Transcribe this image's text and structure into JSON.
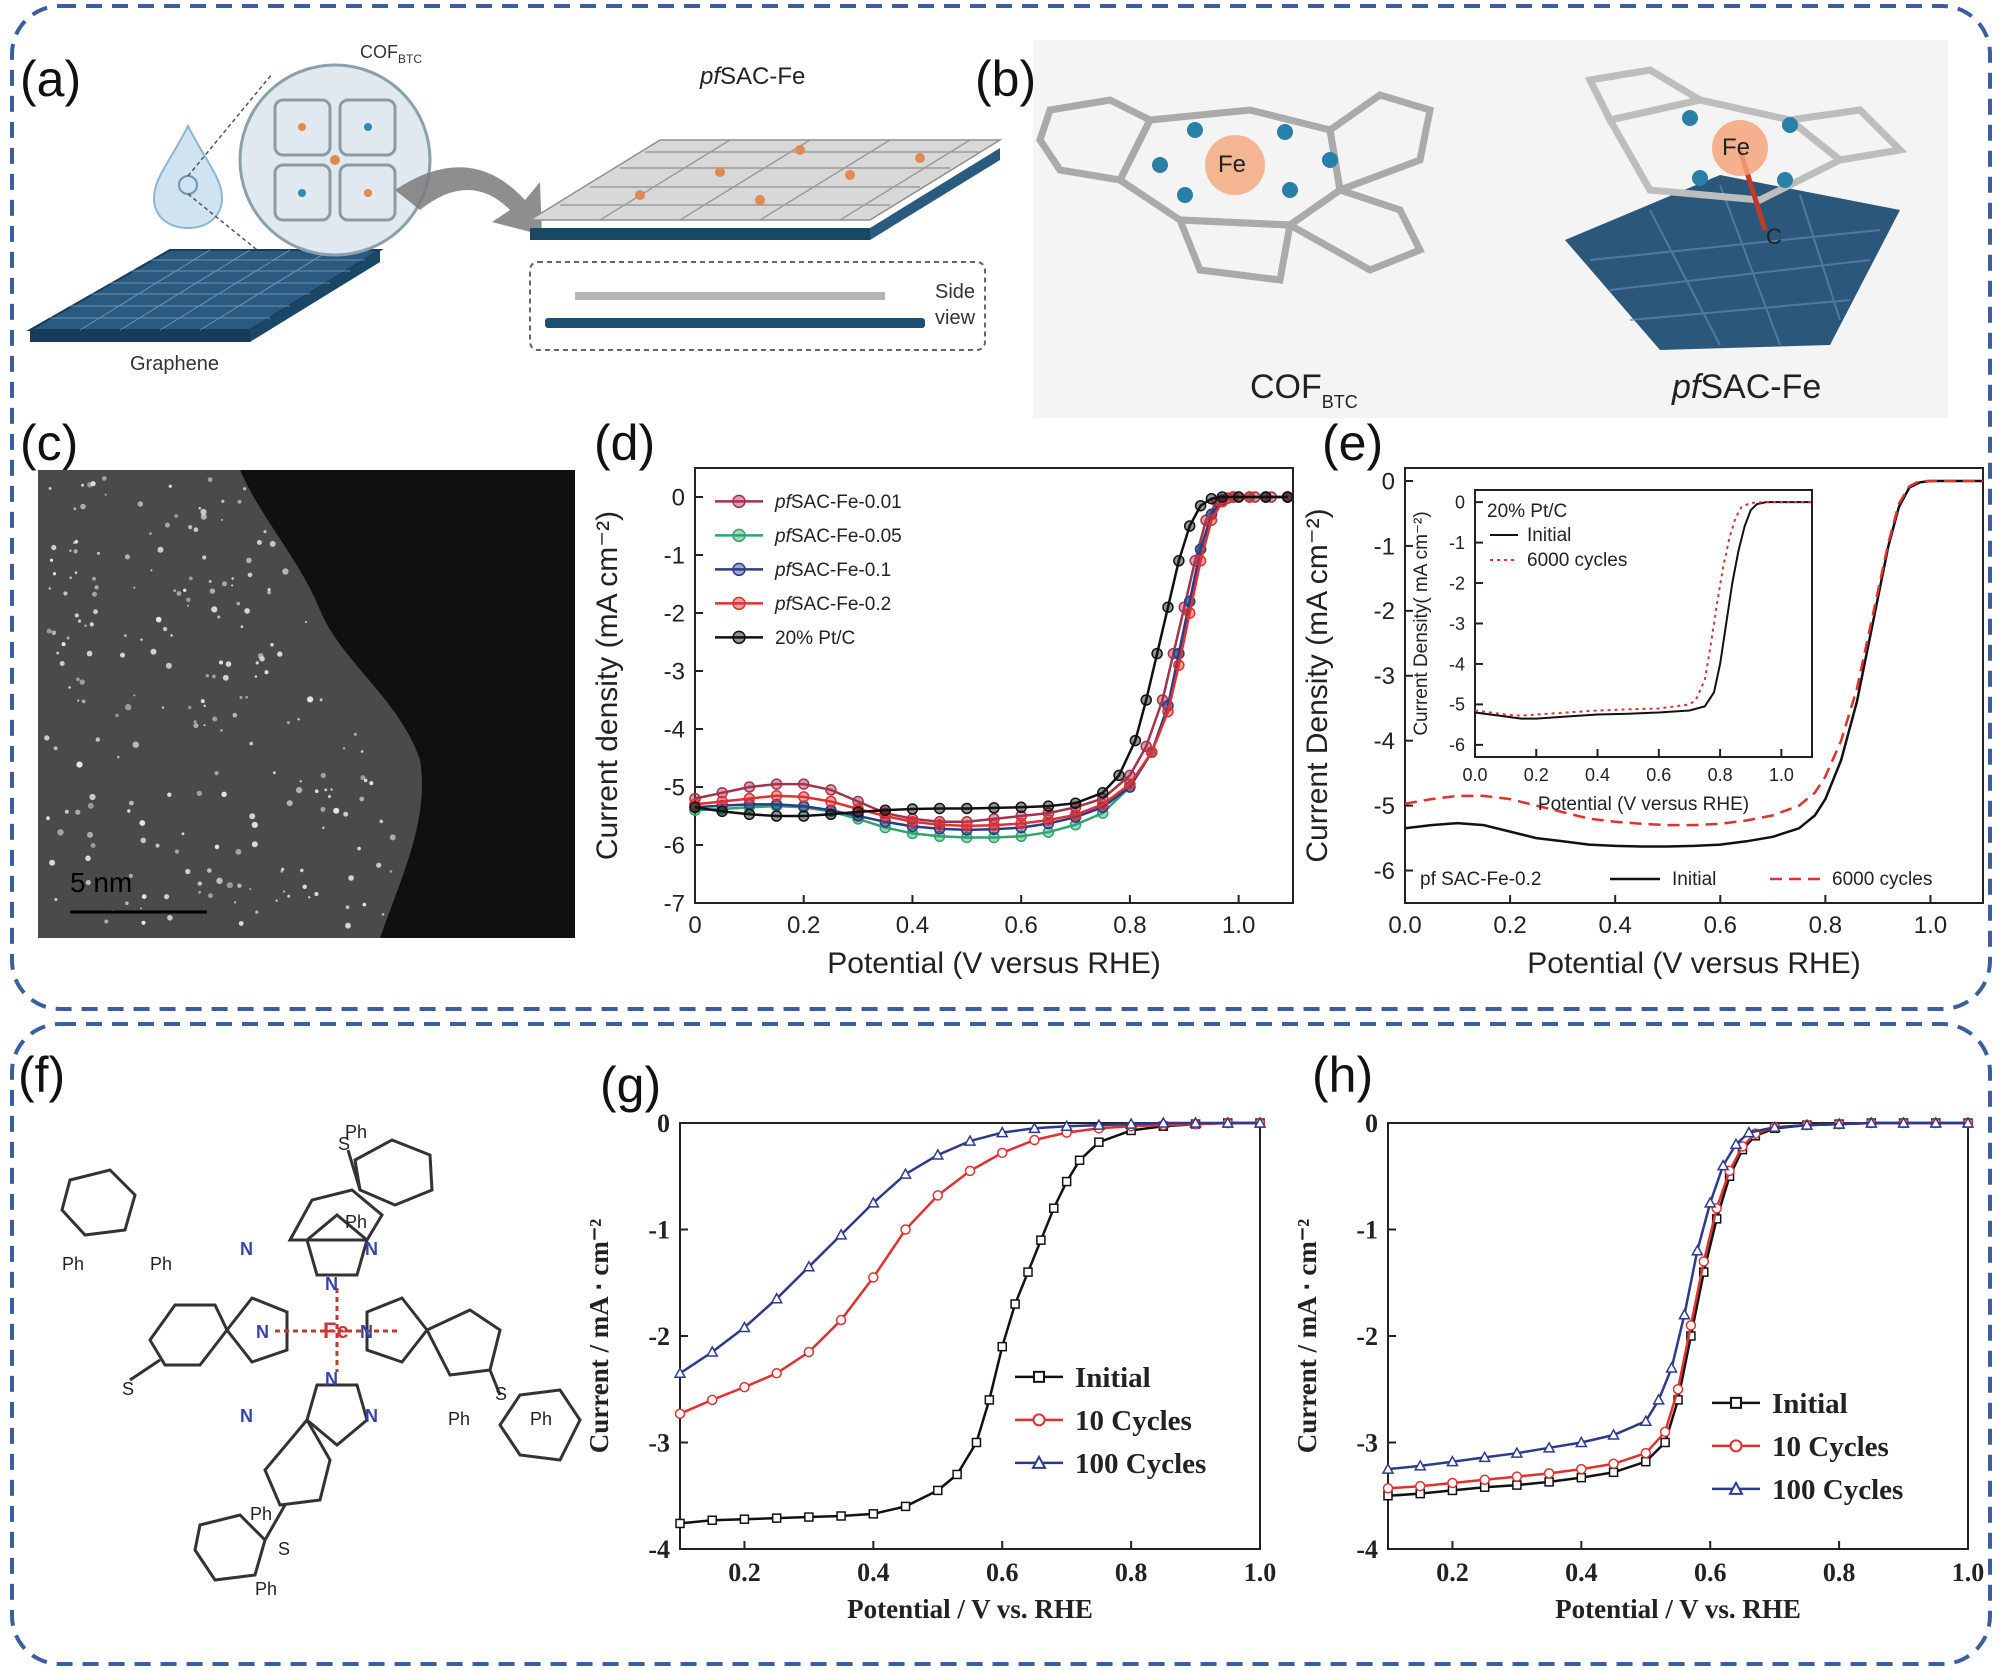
{
  "panels": {
    "a": {
      "label": "(a)",
      "cof_label": "COF",
      "cof_sub": "BTC",
      "product_label": "SAC-Fe",
      "product_prefix": "pf",
      "side_view": [
        "Side",
        "view"
      ],
      "graphene_label": "Graphene"
    },
    "b": {
      "label": "(b)",
      "fe_label": "Fe",
      "c_label": "C",
      "cof_label": "COF",
      "cof_sub": "BTC",
      "product_label": "SAC-Fe",
      "product_prefix": "pf"
    },
    "c": {
      "label": "(c)",
      "scale_bar": "5 nm"
    },
    "d": {
      "label": "(d)"
    },
    "e": {
      "label": "(e)"
    },
    "f": {
      "label": "(f)",
      "fe_label": "Fe",
      "n_label": "N",
      "s_label": "S",
      "ph_label": "Ph"
    },
    "g": {
      "label": "(g)"
    },
    "h": {
      "label": "(h)"
    }
  },
  "colors": {
    "border": "#3b5e9c",
    "graphene": "#1f4e73",
    "nitrogen": "#2a7fa6",
    "fe_glow": "#f4a57a",
    "gray_atom": "#b8b8b8"
  },
  "chart_data": [
    {
      "id": "d",
      "type": "line",
      "xlabel": "Potential (V versus RHE)",
      "ylabel": "Current density (mA cm⁻²)",
      "xlim": [
        0,
        1.1
      ],
      "ylim": [
        -7,
        0.5
      ],
      "xticks": [
        "0",
        "0.2",
        "0.4",
        "0.6",
        "0.8",
        "1.0"
      ],
      "yticks": [
        "0",
        "-1",
        "-2",
        "-3",
        "-4",
        "-5",
        "-6",
        "-7"
      ],
      "legend": "top-left",
      "grid": false,
      "series": [
        {
          "name": "pfSAC-Fe-0.01",
          "color": "#a3324d",
          "x": [
            0,
            0.05,
            0.1,
            0.15,
            0.2,
            0.25,
            0.3,
            0.35,
            0.4,
            0.45,
            0.5,
            0.55,
            0.6,
            0.65,
            0.7,
            0.75,
            0.8,
            0.83,
            0.86,
            0.88,
            0.9,
            0.92,
            0.94,
            0.96,
            0.98,
            1.0,
            1.03,
            1.06,
            1.09
          ],
          "y": [
            -5.2,
            -5.1,
            -5.0,
            -4.95,
            -4.95,
            -5.05,
            -5.25,
            -5.45,
            -5.55,
            -5.6,
            -5.6,
            -5.55,
            -5.5,
            -5.45,
            -5.35,
            -5.2,
            -4.8,
            -4.3,
            -3.5,
            -2.7,
            -1.9,
            -1.1,
            -0.4,
            -0.08,
            -0.02,
            0,
            0,
            0,
            0
          ]
        },
        {
          "name": "pfSAC-Fe-0.05",
          "color": "#2fa56a",
          "x": [
            0,
            0.05,
            0.1,
            0.15,
            0.2,
            0.25,
            0.3,
            0.35,
            0.4,
            0.45,
            0.5,
            0.55,
            0.6,
            0.65,
            0.7,
            0.75,
            0.8,
            0.84,
            0.87,
            0.89,
            0.91,
            0.93,
            0.95,
            0.97,
            0.99,
            1.02,
            1.05,
            1.09
          ],
          "y": [
            -5.4,
            -5.38,
            -5.35,
            -5.33,
            -5.35,
            -5.42,
            -5.55,
            -5.7,
            -5.8,
            -5.85,
            -5.87,
            -5.87,
            -5.85,
            -5.78,
            -5.65,
            -5.45,
            -5.0,
            -4.4,
            -3.6,
            -2.7,
            -1.8,
            -0.9,
            -0.3,
            -0.05,
            0,
            0,
            0,
            0
          ]
        },
        {
          "name": "pfSAC-Fe-0.1",
          "color": "#2d3a8c",
          "x": [
            0,
            0.05,
            0.1,
            0.15,
            0.2,
            0.25,
            0.3,
            0.35,
            0.4,
            0.45,
            0.5,
            0.55,
            0.6,
            0.65,
            0.7,
            0.75,
            0.8,
            0.84,
            0.87,
            0.89,
            0.91,
            0.93,
            0.95,
            0.97,
            0.99,
            1.02,
            1.05,
            1.09
          ],
          "y": [
            -5.35,
            -5.32,
            -5.3,
            -5.3,
            -5.33,
            -5.4,
            -5.5,
            -5.6,
            -5.68,
            -5.72,
            -5.74,
            -5.73,
            -5.7,
            -5.63,
            -5.52,
            -5.35,
            -5.0,
            -4.4,
            -3.6,
            -2.7,
            -1.8,
            -0.9,
            -0.3,
            -0.05,
            0,
            0,
            0,
            0
          ]
        },
        {
          "name": "pfSAC-Fe-0.2",
          "color": "#e03030",
          "x": [
            0,
            0.05,
            0.1,
            0.15,
            0.2,
            0.25,
            0.3,
            0.35,
            0.4,
            0.45,
            0.5,
            0.55,
            0.6,
            0.65,
            0.7,
            0.75,
            0.8,
            0.84,
            0.87,
            0.89,
            0.91,
            0.93,
            0.95,
            0.97,
            0.99,
            1.02,
            1.05,
            1.09
          ],
          "y": [
            -5.3,
            -5.25,
            -5.2,
            -5.15,
            -5.17,
            -5.25,
            -5.38,
            -5.5,
            -5.6,
            -5.65,
            -5.67,
            -5.66,
            -5.63,
            -5.57,
            -5.48,
            -5.3,
            -4.95,
            -4.4,
            -3.7,
            -2.9,
            -2.0,
            -1.1,
            -0.4,
            -0.08,
            0,
            0,
            0,
            0
          ]
        },
        {
          "name": "20% Pt/C",
          "color": "#111111",
          "x": [
            0,
            0.05,
            0.1,
            0.15,
            0.2,
            0.25,
            0.3,
            0.35,
            0.4,
            0.45,
            0.5,
            0.55,
            0.6,
            0.65,
            0.7,
            0.75,
            0.78,
            0.81,
            0.83,
            0.85,
            0.87,
            0.89,
            0.91,
            0.93,
            0.95,
            0.97,
            1.0,
            1.05,
            1.09
          ],
          "y": [
            -5.35,
            -5.42,
            -5.47,
            -5.5,
            -5.5,
            -5.47,
            -5.43,
            -5.4,
            -5.38,
            -5.37,
            -5.37,
            -5.36,
            -5.35,
            -5.33,
            -5.28,
            -5.1,
            -4.8,
            -4.2,
            -3.5,
            -2.7,
            -1.9,
            -1.1,
            -0.5,
            -0.15,
            -0.03,
            0,
            0,
            0,
            0
          ]
        }
      ]
    },
    {
      "id": "e",
      "type": "line",
      "xlabel": "Potential (V versus RHE)",
      "ylabel": "Current Density  (mA cm⁻²)",
      "xlim": [
        0,
        1.1
      ],
      "ylim": [
        -6.5,
        0.2
      ],
      "xticks": [
        "0.0",
        "0.2",
        "0.4",
        "0.6",
        "0.8",
        "1.0"
      ],
      "yticks": [
        "0",
        "-1",
        "-2",
        "-3",
        "-4",
        "-5",
        "-6"
      ],
      "legend_title": "pf SAC-Fe-0.2",
      "legend": "bottom",
      "grid": false,
      "series": [
        {
          "name": "Initial",
          "color": "#111111",
          "dash": "solid",
          "x": [
            0,
            0.05,
            0.1,
            0.15,
            0.2,
            0.25,
            0.3,
            0.35,
            0.4,
            0.45,
            0.5,
            0.55,
            0.6,
            0.65,
            0.7,
            0.75,
            0.78,
            0.8,
            0.83,
            0.86,
            0.88,
            0.9,
            0.92,
            0.94,
            0.96,
            0.98,
            1.0,
            1.05,
            1.1
          ],
          "y": [
            -5.35,
            -5.3,
            -5.27,
            -5.3,
            -5.4,
            -5.5,
            -5.55,
            -5.6,
            -5.62,
            -5.63,
            -5.63,
            -5.62,
            -5.6,
            -5.55,
            -5.48,
            -5.35,
            -5.15,
            -4.9,
            -4.3,
            -3.4,
            -2.6,
            -1.8,
            -1.0,
            -0.4,
            -0.1,
            -0.02,
            0,
            0,
            0
          ]
        },
        {
          "name": "6000 cycles",
          "color": "#e03030",
          "dash": "dashed",
          "x": [
            0,
            0.05,
            0.1,
            0.15,
            0.2,
            0.25,
            0.3,
            0.35,
            0.4,
            0.45,
            0.5,
            0.55,
            0.6,
            0.65,
            0.7,
            0.75,
            0.78,
            0.8,
            0.83,
            0.86,
            0.88,
            0.9,
            0.92,
            0.94,
            0.96,
            0.98,
            1.0,
            1.05,
            1.1
          ],
          "y": [
            -4.97,
            -4.9,
            -4.85,
            -4.85,
            -4.9,
            -5.0,
            -5.1,
            -5.2,
            -5.25,
            -5.28,
            -5.3,
            -5.3,
            -5.28,
            -5.23,
            -5.15,
            -5.0,
            -4.8,
            -4.55,
            -4.0,
            -3.2,
            -2.45,
            -1.7,
            -0.95,
            -0.35,
            -0.08,
            0,
            0,
            0,
            0
          ]
        }
      ],
      "inset": {
        "xlabel": "Potential (V versus RHE)",
        "ylabel": "Current Density( mA cm⁻²)",
        "xlim": [
          0,
          1.1
        ],
        "ylim": [
          -6.3,
          0.3
        ],
        "xticks": [
          "0.0",
          "0.2",
          "0.4",
          "0.6",
          "0.8",
          "1.0"
        ],
        "yticks": [
          "0",
          "-1",
          "-2",
          "-3",
          "-4",
          "-5",
          "-6"
        ],
        "legend_title": "20% Pt/C",
        "series": [
          {
            "name": "Initial",
            "color": "#111111",
            "dash": "solid",
            "x": [
              0,
              0.05,
              0.1,
              0.15,
              0.2,
              0.3,
              0.4,
              0.5,
              0.6,
              0.7,
              0.75,
              0.78,
              0.8,
              0.82,
              0.84,
              0.86,
              0.88,
              0.9,
              0.92,
              0.95,
              1.0,
              1.1
            ],
            "y": [
              -5.2,
              -5.25,
              -5.3,
              -5.35,
              -5.35,
              -5.3,
              -5.25,
              -5.23,
              -5.2,
              -5.15,
              -5.05,
              -4.7,
              -4.0,
              -3.0,
              -2.0,
              -1.2,
              -0.6,
              -0.2,
              -0.05,
              0,
              0,
              0
            ]
          },
          {
            "name": "6000 cycles",
            "color": "#e03030",
            "dash": "dotted",
            "x": [
              0,
              0.05,
              0.1,
              0.15,
              0.2,
              0.3,
              0.4,
              0.5,
              0.6,
              0.7,
              0.72,
              0.75,
              0.77,
              0.79,
              0.81,
              0.83,
              0.85,
              0.87,
              0.9,
              0.95,
              1.0,
              1.1
            ],
            "y": [
              -5.15,
              -5.2,
              -5.25,
              -5.28,
              -5.25,
              -5.2,
              -5.15,
              -5.12,
              -5.1,
              -5.0,
              -4.9,
              -4.4,
              -3.5,
              -2.5,
              -1.6,
              -0.9,
              -0.4,
              -0.12,
              -0.02,
              0,
              0,
              0
            ]
          }
        ]
      }
    },
    {
      "id": "g",
      "type": "line",
      "xlabel": "Potential / V vs. RHE",
      "ylabel": "Current / mA ⋅ cm⁻²",
      "xlim": [
        0.1,
        1.0
      ],
      "ylim": [
        -4,
        0
      ],
      "xticks": [
        "0.2",
        "0.4",
        "0.6",
        "0.8",
        "1.0"
      ],
      "yticks": [
        "0",
        "-1",
        "-2",
        "-3",
        "-4"
      ],
      "legend": "bottom-right",
      "grid": false,
      "series": [
        {
          "name": "Initial",
          "color": "#111111",
          "marker": "square",
          "x": [
            0.1,
            0.15,
            0.2,
            0.25,
            0.3,
            0.35,
            0.4,
            0.45,
            0.5,
            0.53,
            0.56,
            0.58,
            0.6,
            0.62,
            0.64,
            0.66,
            0.68,
            0.7,
            0.72,
            0.75,
            0.8,
            0.85,
            0.9,
            0.95,
            1.0
          ],
          "y": [
            -3.76,
            -3.73,
            -3.72,
            -3.71,
            -3.7,
            -3.69,
            -3.67,
            -3.6,
            -3.45,
            -3.3,
            -3.0,
            -2.6,
            -2.1,
            -1.7,
            -1.4,
            -1.1,
            -0.8,
            -0.55,
            -0.35,
            -0.18,
            -0.07,
            -0.03,
            -0.01,
            0,
            0
          ]
        },
        {
          "name": "10 Cycles",
          "color": "#e03030",
          "marker": "circle",
          "x": [
            0.1,
            0.15,
            0.2,
            0.25,
            0.3,
            0.35,
            0.4,
            0.45,
            0.5,
            0.55,
            0.6,
            0.65,
            0.7,
            0.75,
            0.8,
            0.85,
            0.9,
            0.95,
            1.0
          ],
          "y": [
            -2.73,
            -2.6,
            -2.48,
            -2.35,
            -2.15,
            -1.85,
            -1.45,
            -1.0,
            -0.68,
            -0.45,
            -0.28,
            -0.16,
            -0.09,
            -0.05,
            -0.03,
            -0.02,
            -0.01,
            0,
            0
          ]
        },
        {
          "name": "100 Cycles",
          "color": "#2d3a8c",
          "marker": "triangle",
          "x": [
            0.1,
            0.15,
            0.2,
            0.25,
            0.3,
            0.35,
            0.4,
            0.45,
            0.5,
            0.55,
            0.6,
            0.65,
            0.7,
            0.75,
            0.8,
            0.85,
            0.9,
            0.95,
            1.0
          ],
          "y": [
            -2.35,
            -2.15,
            -1.92,
            -1.65,
            -1.35,
            -1.05,
            -0.75,
            -0.48,
            -0.3,
            -0.17,
            -0.09,
            -0.05,
            -0.03,
            -0.02,
            -0.01,
            0,
            0,
            0,
            0
          ]
        }
      ]
    },
    {
      "id": "h",
      "type": "line",
      "xlabel": "Potential / V vs. RHE",
      "ylabel": "Current / mA ⋅ cm⁻²",
      "xlim": [
        0.1,
        1.0
      ],
      "ylim": [
        -4,
        0
      ],
      "xticks": [
        "0.2",
        "0.4",
        "0.6",
        "0.8",
        "1.0"
      ],
      "yticks": [
        "0",
        "-1",
        "-2",
        "-3",
        "-4"
      ],
      "legend": "bottom-right",
      "grid": false,
      "series": [
        {
          "name": "Initial",
          "color": "#111111",
          "marker": "square",
          "x": [
            0.1,
            0.15,
            0.2,
            0.25,
            0.3,
            0.35,
            0.4,
            0.45,
            0.5,
            0.53,
            0.55,
            0.57,
            0.59,
            0.61,
            0.63,
            0.65,
            0.67,
            0.7,
            0.75,
            0.8,
            0.85,
            0.9,
            0.95,
            1.0
          ],
          "y": [
            -3.5,
            -3.48,
            -3.45,
            -3.42,
            -3.4,
            -3.37,
            -3.33,
            -3.28,
            -3.18,
            -3.0,
            -2.6,
            -2.0,
            -1.4,
            -0.9,
            -0.5,
            -0.25,
            -0.12,
            -0.05,
            -0.02,
            -0.01,
            0,
            0,
            0,
            0
          ]
        },
        {
          "name": "10 Cycles",
          "color": "#e03030",
          "marker": "circle",
          "x": [
            0.1,
            0.15,
            0.2,
            0.25,
            0.3,
            0.35,
            0.4,
            0.45,
            0.5,
            0.53,
            0.55,
            0.57,
            0.59,
            0.61,
            0.63,
            0.65,
            0.67,
            0.7,
            0.75,
            0.8,
            0.85,
            0.9,
            0.95,
            1.0
          ],
          "y": [
            -3.43,
            -3.41,
            -3.38,
            -3.35,
            -3.32,
            -3.29,
            -3.25,
            -3.2,
            -3.1,
            -2.9,
            -2.5,
            -1.9,
            -1.3,
            -0.8,
            -0.45,
            -0.22,
            -0.1,
            -0.04,
            -0.02,
            -0.01,
            0,
            0,
            0,
            0
          ]
        },
        {
          "name": "100 Cycles",
          "color": "#2d3a8c",
          "marker": "triangle",
          "x": [
            0.1,
            0.15,
            0.2,
            0.25,
            0.3,
            0.35,
            0.4,
            0.45,
            0.5,
            0.52,
            0.54,
            0.56,
            0.58,
            0.6,
            0.62,
            0.64,
            0.66,
            0.7,
            0.75,
            0.8,
            0.85,
            0.9,
            0.95,
            1.0
          ],
          "y": [
            -3.25,
            -3.22,
            -3.18,
            -3.14,
            -3.1,
            -3.05,
            -3.0,
            -2.93,
            -2.8,
            -2.6,
            -2.3,
            -1.8,
            -1.2,
            -0.75,
            -0.4,
            -0.2,
            -0.09,
            -0.04,
            -0.02,
            -0.01,
            0,
            0,
            0,
            0
          ]
        }
      ]
    }
  ]
}
